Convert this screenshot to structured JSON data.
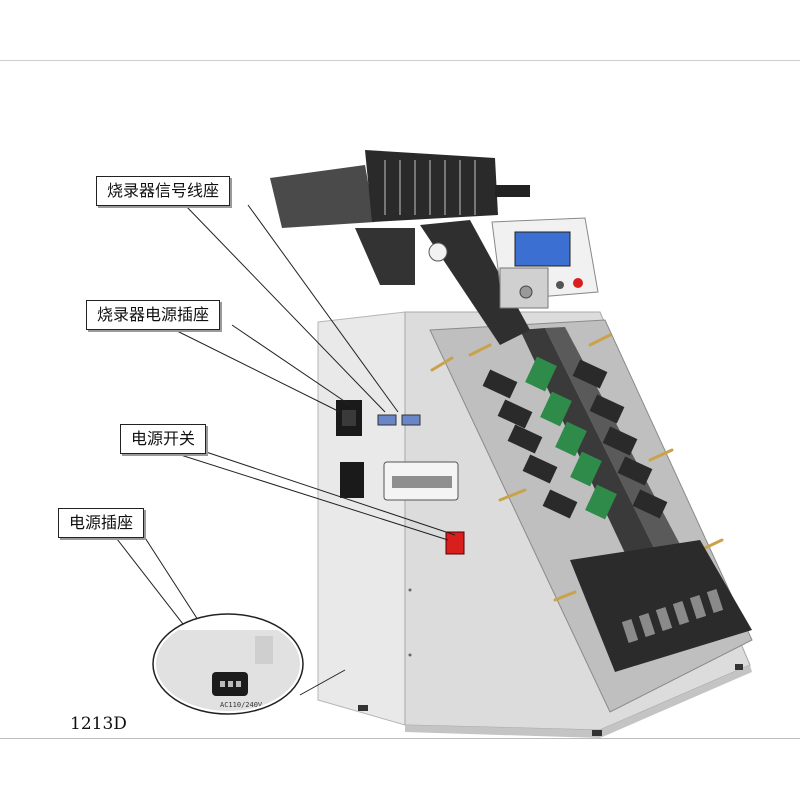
{
  "callouts": {
    "programmer_signal_socket": "烧录器信号线座",
    "programmer_power_socket": "烧录器电源插座",
    "power_switch": "电源开关",
    "power_socket": "电源插座"
  },
  "inset_label": "AC110/240V",
  "model_id": "1213D",
  "colors": {
    "housing": "#e6e6e6",
    "housing_shade": "#c9c9c9",
    "rail": "#2a2a2a",
    "pcb_green": "#2e8b4a",
    "switch_red": "#d91e1e",
    "screen_blue": "#3b6fd1"
  }
}
